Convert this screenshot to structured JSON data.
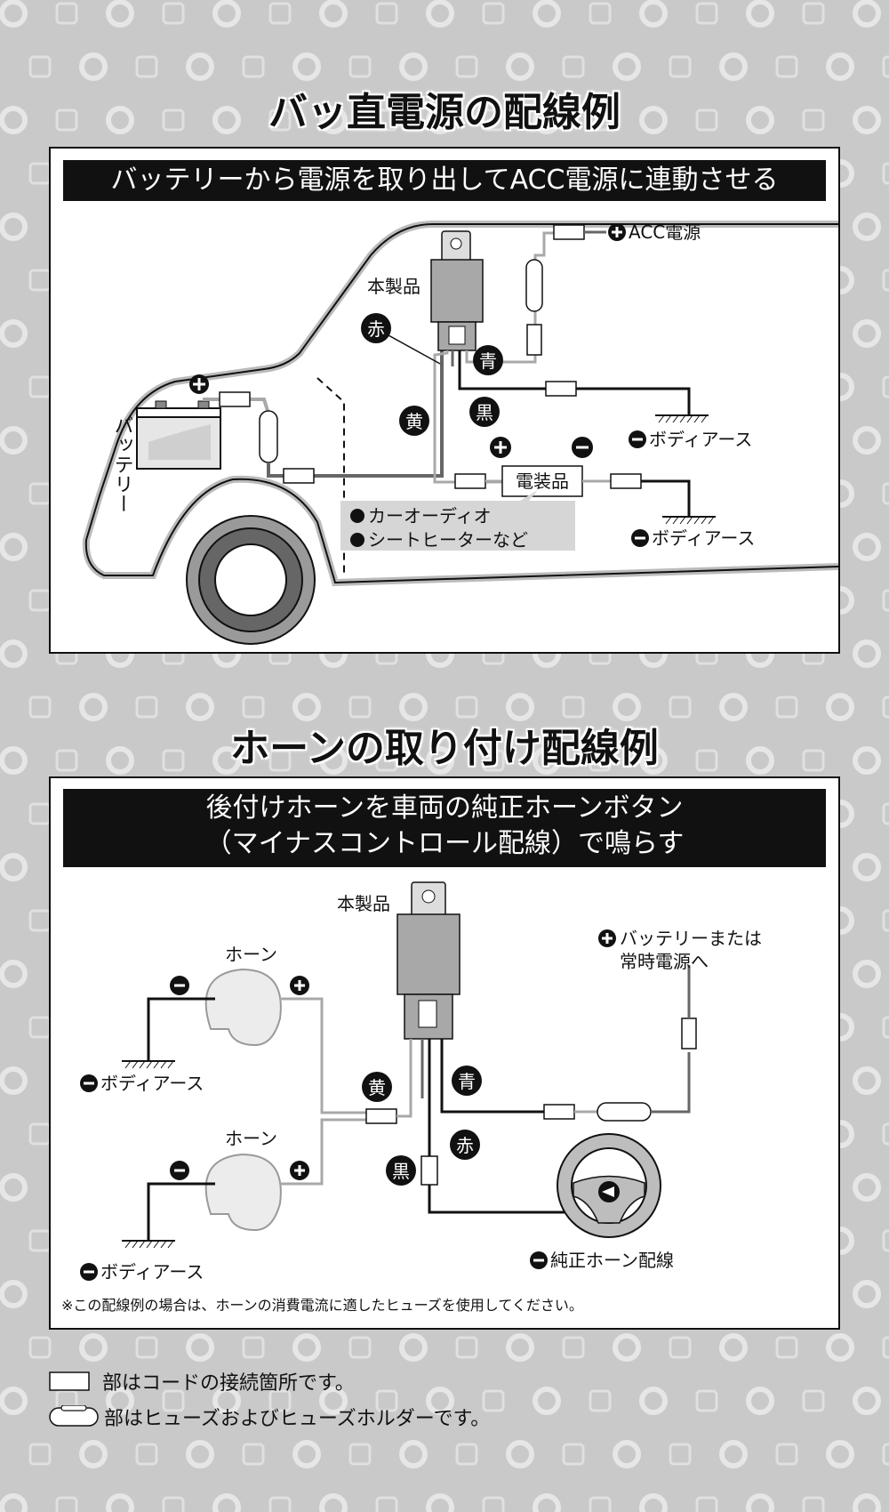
{
  "diagram1": {
    "title": "バッ直電源の配線例",
    "banner": "バッテリーから電源を取り出してACC電源に連動させる",
    "product_label": "本製品",
    "acc_label": "ACC電源",
    "battery_label": "バッテリー",
    "wire_red": "赤",
    "wire_blue": "青",
    "wire_yellow": "黄",
    "wire_black": "黒",
    "electrical_label": "電装品",
    "body_earth_1": "ボディアース",
    "body_earth_2": "ボディアース",
    "examples": [
      "カーオーディオ",
      "シートヒーターなど"
    ]
  },
  "diagram2": {
    "title": "ホーンの取り付け配線例",
    "banner_line1": "後付けホーンを車両の純正ホーンボタン",
    "banner_line2": "（マイナスコントロール配線）で鳴らす",
    "product_label": "本製品",
    "horn_label_1": "ホーン",
    "horn_label_2": "ホーン",
    "body_earth_1": "ボディアース",
    "body_earth_2": "ボディアース",
    "battery_line1": "バッテリーまたは",
    "battery_line2": "常時電源へ",
    "wire_yellow": "黄",
    "wire_blue": "青",
    "wire_red": "赤",
    "wire_black": "黒",
    "oem_horn_label": "純正ホーン配線",
    "note": "※この配線例の場合は、ホーンの消費電流に適したヒューズを使用してください。"
  },
  "legend": {
    "connector": "部はコードの接続箇所です。",
    "fuse": "部はヒューズおよびヒューズホルダーです。"
  },
  "colors": {
    "background": "#c9c9c9",
    "wire_gray": "#a8a8a8",
    "wire_black": "#111111",
    "banner": "#111111"
  }
}
